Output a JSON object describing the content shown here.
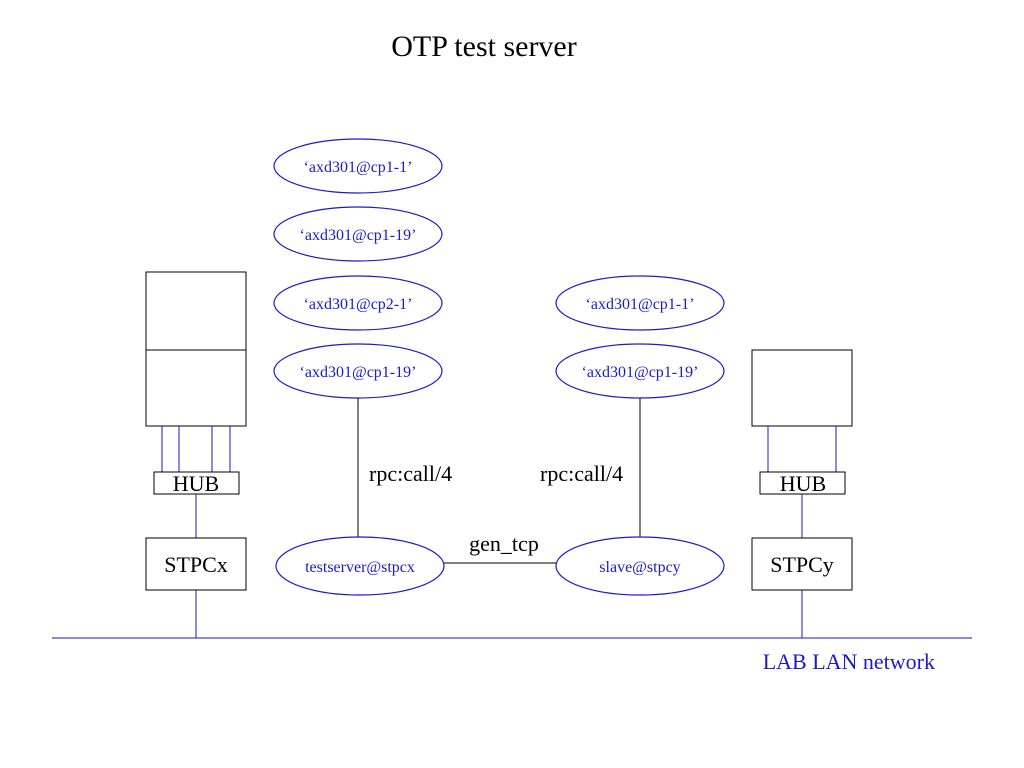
{
  "title": "OTP test server",
  "colors": {
    "node": "#1a1acc",
    "line": "#000000",
    "lan": "#1a1acc",
    "hub_wire": "#1a1acc"
  },
  "left_nodes": [
    "‘axd301@cp1-1’",
    "‘axd301@cp1-19’",
    "‘axd301@cp2-1’",
    "‘axd301@cp1-19’"
  ],
  "right_nodes": [
    "‘axd301@cp1-1’",
    "‘axd301@cp1-19’"
  ],
  "testserver_node": "testserver@stpcx",
  "slave_node": "slave@stpcy",
  "rpc_left": "rpc:call/4",
  "rpc_right": "rpc:call/4",
  "gen_tcp": "gen_tcp",
  "hub_left": "HUB",
  "hub_right": "HUB",
  "stpcx": "STPCx",
  "stpcy": "STPCy",
  "lan_label": "LAB LAN network"
}
